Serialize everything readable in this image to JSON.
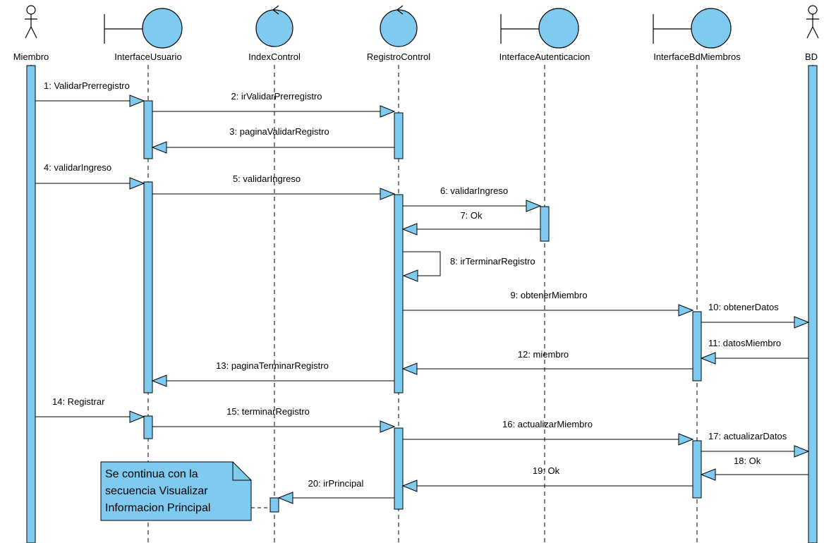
{
  "diagram": {
    "type": "UML sequence diagram",
    "colors": {
      "fill": "#7ecbef",
      "line": "#000000",
      "background": "#ffffff"
    }
  },
  "participants": [
    {
      "id": "miembro",
      "name": "Miembro",
      "kind": "actor"
    },
    {
      "id": "interfaceusuario",
      "name": "InterfaceUsuario",
      "kind": "boundary"
    },
    {
      "id": "indexcontrol",
      "name": "IndexControl",
      "kind": "control"
    },
    {
      "id": "registrocontrol",
      "name": "RegistroControl",
      "kind": "control"
    },
    {
      "id": "interfaceautenticacion",
      "name": "InterfaceAutenticacion",
      "kind": "boundary"
    },
    {
      "id": "interfacebdmiembros",
      "name": "InterfaceBdMiembros",
      "kind": "boundary"
    },
    {
      "id": "bd",
      "name": "BD",
      "kind": "actor"
    }
  ],
  "messages": [
    {
      "n": 1,
      "label": "1: ValidarPrerregistro",
      "from": "miembro",
      "to": "interfaceusuario",
      "kind": "call"
    },
    {
      "n": 2,
      "label": "2: irValidarPrerregistro",
      "from": "interfaceusuario",
      "to": "registrocontrol",
      "kind": "call"
    },
    {
      "n": 3,
      "label": "3: paginaValidarRegistro",
      "from": "registrocontrol",
      "to": "interfaceusuario",
      "kind": "call"
    },
    {
      "n": 4,
      "label": "4: validarIngreso",
      "from": "miembro",
      "to": "interfaceusuario",
      "kind": "call"
    },
    {
      "n": 5,
      "label": "5: validarIngreso",
      "from": "interfaceusuario",
      "to": "registrocontrol",
      "kind": "call"
    },
    {
      "n": 6,
      "label": "6: validarIngreso",
      "from": "registrocontrol",
      "to": "interfaceautenticacion",
      "kind": "call"
    },
    {
      "n": 7,
      "label": "7: Ok",
      "from": "interfaceautenticacion",
      "to": "registrocontrol",
      "kind": "call"
    },
    {
      "n": 8,
      "label": "8: irTerminarRegistro",
      "from": "registrocontrol",
      "to": "registrocontrol",
      "kind": "self"
    },
    {
      "n": 9,
      "label": "9: obtenerMiembro",
      "from": "registrocontrol",
      "to": "interfacebdmiembros",
      "kind": "call"
    },
    {
      "n": 10,
      "label": "10: obtenerDatos",
      "from": "interfacebdmiembros",
      "to": "bd",
      "kind": "call"
    },
    {
      "n": 11,
      "label": "11: datosMiembro",
      "from": "bd",
      "to": "interfacebdmiembros",
      "kind": "call"
    },
    {
      "n": 12,
      "label": "12: miembro",
      "from": "interfacebdmiembros",
      "to": "registrocontrol",
      "kind": "call"
    },
    {
      "n": 13,
      "label": "13: paginaTerminarRegistro",
      "from": "registrocontrol",
      "to": "interfaceusuario",
      "kind": "call"
    },
    {
      "n": 14,
      "label": "14: Registrar",
      "from": "miembro",
      "to": "interfaceusuario",
      "kind": "call"
    },
    {
      "n": 15,
      "label": "15: terminarRegistro",
      "from": "interfaceusuario",
      "to": "registrocontrol",
      "kind": "call"
    },
    {
      "n": 16,
      "label": "16: actualizarMiembro",
      "from": "registrocontrol",
      "to": "interfacebdmiembros",
      "kind": "call"
    },
    {
      "n": 17,
      "label": "17: actualizarDatos",
      "from": "interfacebdmiembros",
      "to": "bd",
      "kind": "call"
    },
    {
      "n": 18,
      "label": "18: Ok",
      "from": "bd",
      "to": "interfacebdmiembros",
      "kind": "call"
    },
    {
      "n": 19,
      "label": "19: Ok",
      "from": "interfacebdmiembros",
      "to": "registrocontrol",
      "kind": "call"
    },
    {
      "n": 20,
      "label": "20: irPrincipal",
      "from": "registrocontrol",
      "to": "indexcontrol",
      "kind": "call"
    }
  ],
  "note": {
    "lines": [
      "Se continua con la",
      "secuencia Visualizar",
      "Informacion Principal"
    ]
  }
}
